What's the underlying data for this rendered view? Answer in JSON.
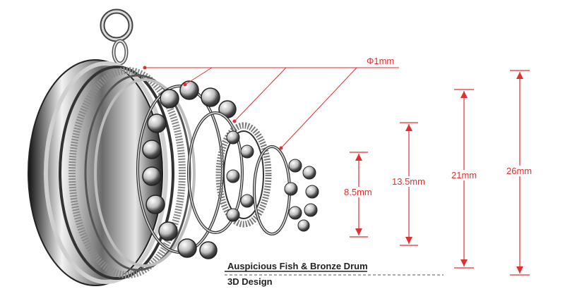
{
  "labels": {
    "wire_diameter": "Φ1mm",
    "dim_1": "8.5mm",
    "dim_2": "13.5mm",
    "dim_3": "21mm",
    "dim_4": "26mm"
  },
  "caption": {
    "line1": "Auspicious Fish & Bronze Drum",
    "line2": "3D Design"
  },
  "colors": {
    "annotation": "#e03030",
    "metal_dark": "#3a3a3a",
    "metal_light": "#e8e8e8"
  }
}
